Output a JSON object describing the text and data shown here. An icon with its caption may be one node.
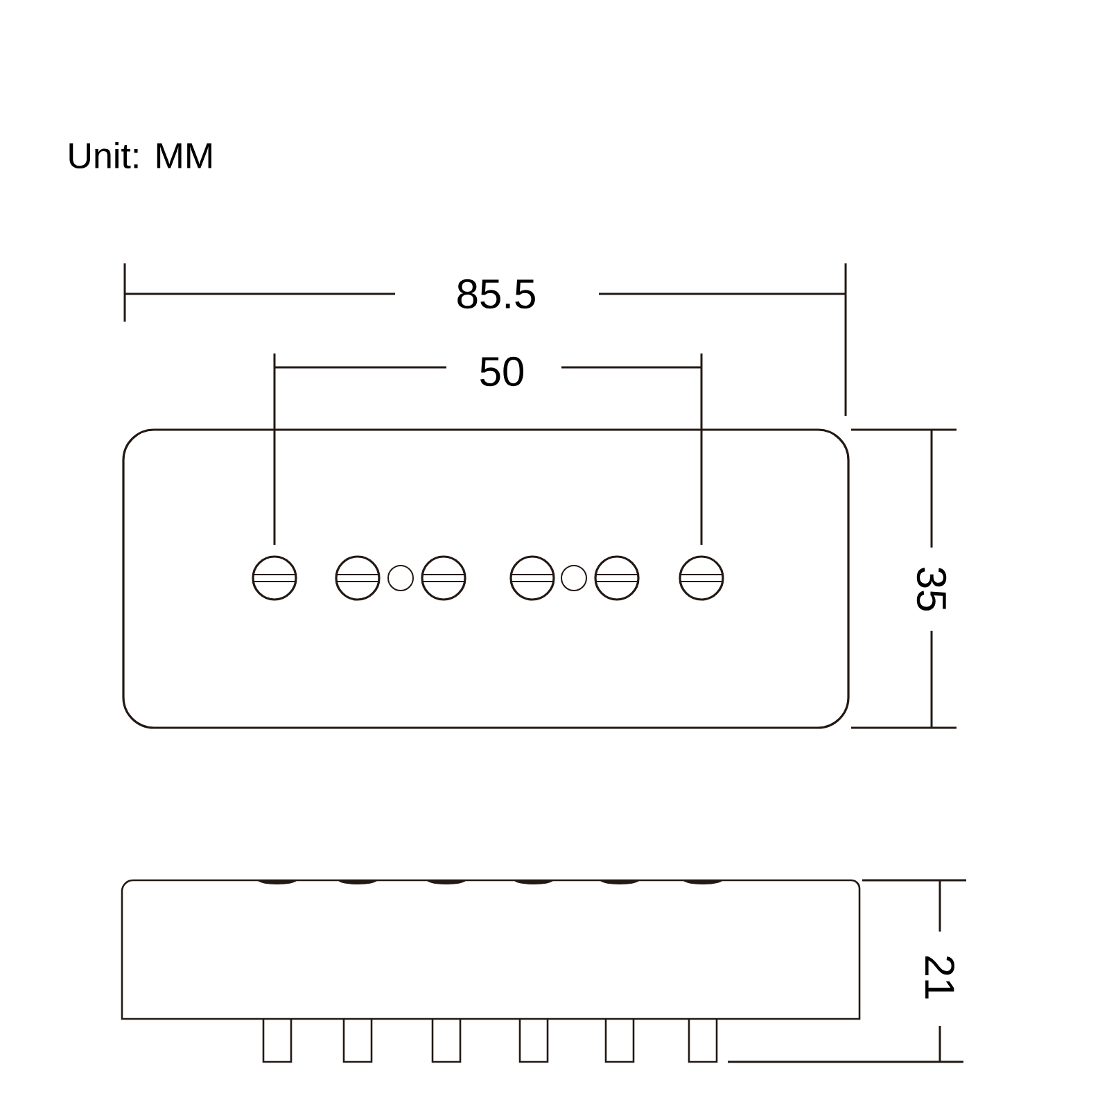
{
  "diagram": {
    "labels": [
      "Unit: MM",
      "85.5",
      "50",
      "35",
      "21"
    ]
  }
}
